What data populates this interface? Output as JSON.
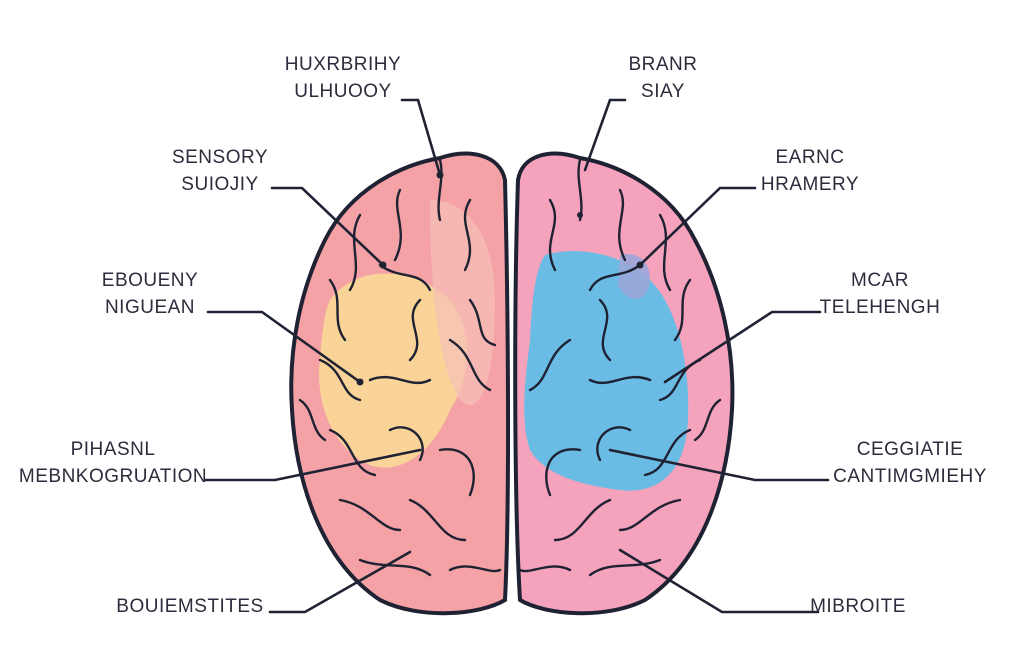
{
  "colors": {
    "hemisphere_left": "#f4a2a6",
    "hemisphere_right": "#f5a3bd",
    "highlight_yellow": "#f9dc94",
    "highlight_blue": "#5cbfe9",
    "outline": "#1f2233",
    "text": "#2b2d3c"
  },
  "labels": {
    "top_left": [
      "HUXRBRIHY",
      "ULHUOOY"
    ],
    "top_right": [
      "BRANR",
      "SIAY"
    ],
    "upper_left": [
      "SENSORY",
      "SUIOJIY"
    ],
    "upper_right": [
      "EARNC",
      "HRAMERY"
    ],
    "mid_left": [
      "EBOUENY",
      "NIGUEAN"
    ],
    "mid_right": [
      "MCAR",
      "TELEHENGH"
    ],
    "lower_left": [
      "PIHASNL",
      "MEBNKOGRUATION"
    ],
    "lower_right": [
      "CEGGIATIE",
      "CANTIMGMIEHY"
    ],
    "bottom_left": [
      "BOUIEMSTITES"
    ],
    "bottom_right": [
      "MIBROITE"
    ]
  }
}
